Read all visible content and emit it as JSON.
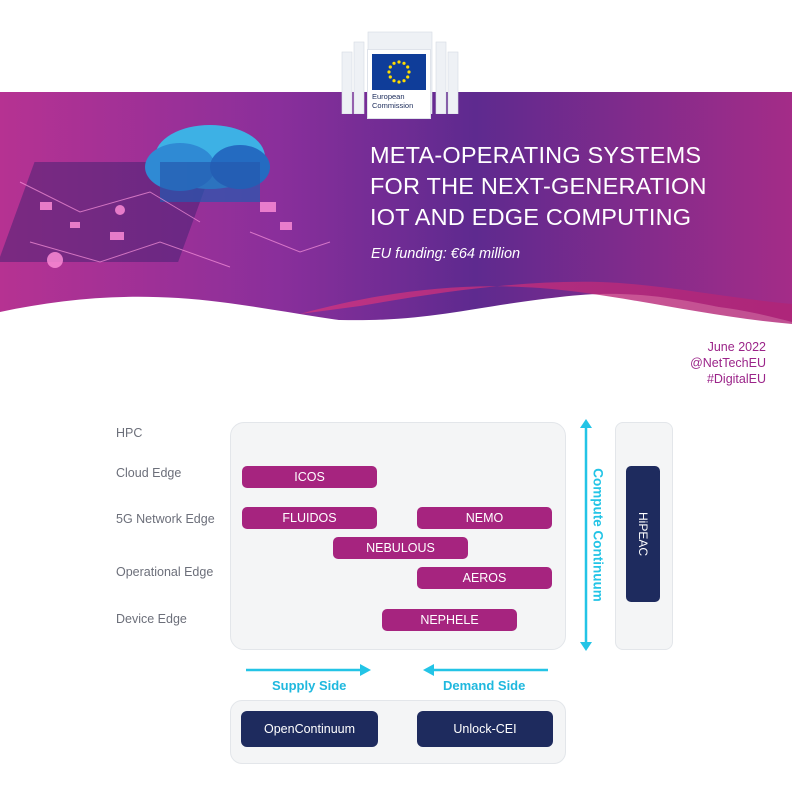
{
  "header": {
    "logo_text_line1": "European",
    "logo_text_line2": "Commission",
    "title_lines": [
      "META-OPERATING SYSTEMS",
      "FOR THE NEXT-GENERATION",
      "IOT AND EDGE COMPUTING"
    ],
    "funding": "EU funding: €64 million",
    "date": "June 2022",
    "handle1": "@NetTechEU",
    "handle2": "#DigitalEU"
  },
  "colors": {
    "magenta": "#a6247f",
    "navy": "#1e2b5e",
    "cyan": "#23c4e6",
    "band_purple": "#5b2a8e"
  },
  "diagram": {
    "row_labels": [
      "HPC",
      "Cloud Edge",
      "5G Network Edge",
      "Operational Edge",
      "Device Edge"
    ],
    "projects": [
      "ICOS",
      "FLUIDOS",
      "NEMO",
      "NEBULOUS",
      "AEROS",
      "NEPHELE"
    ],
    "side_project": "HiPEAC",
    "axis_label": "Compute Continuum",
    "supply_label": "Supply Side",
    "demand_label": "Demand Side",
    "bottom_projects": [
      "OpenContinuum",
      "Unlock-CEI"
    ]
  }
}
